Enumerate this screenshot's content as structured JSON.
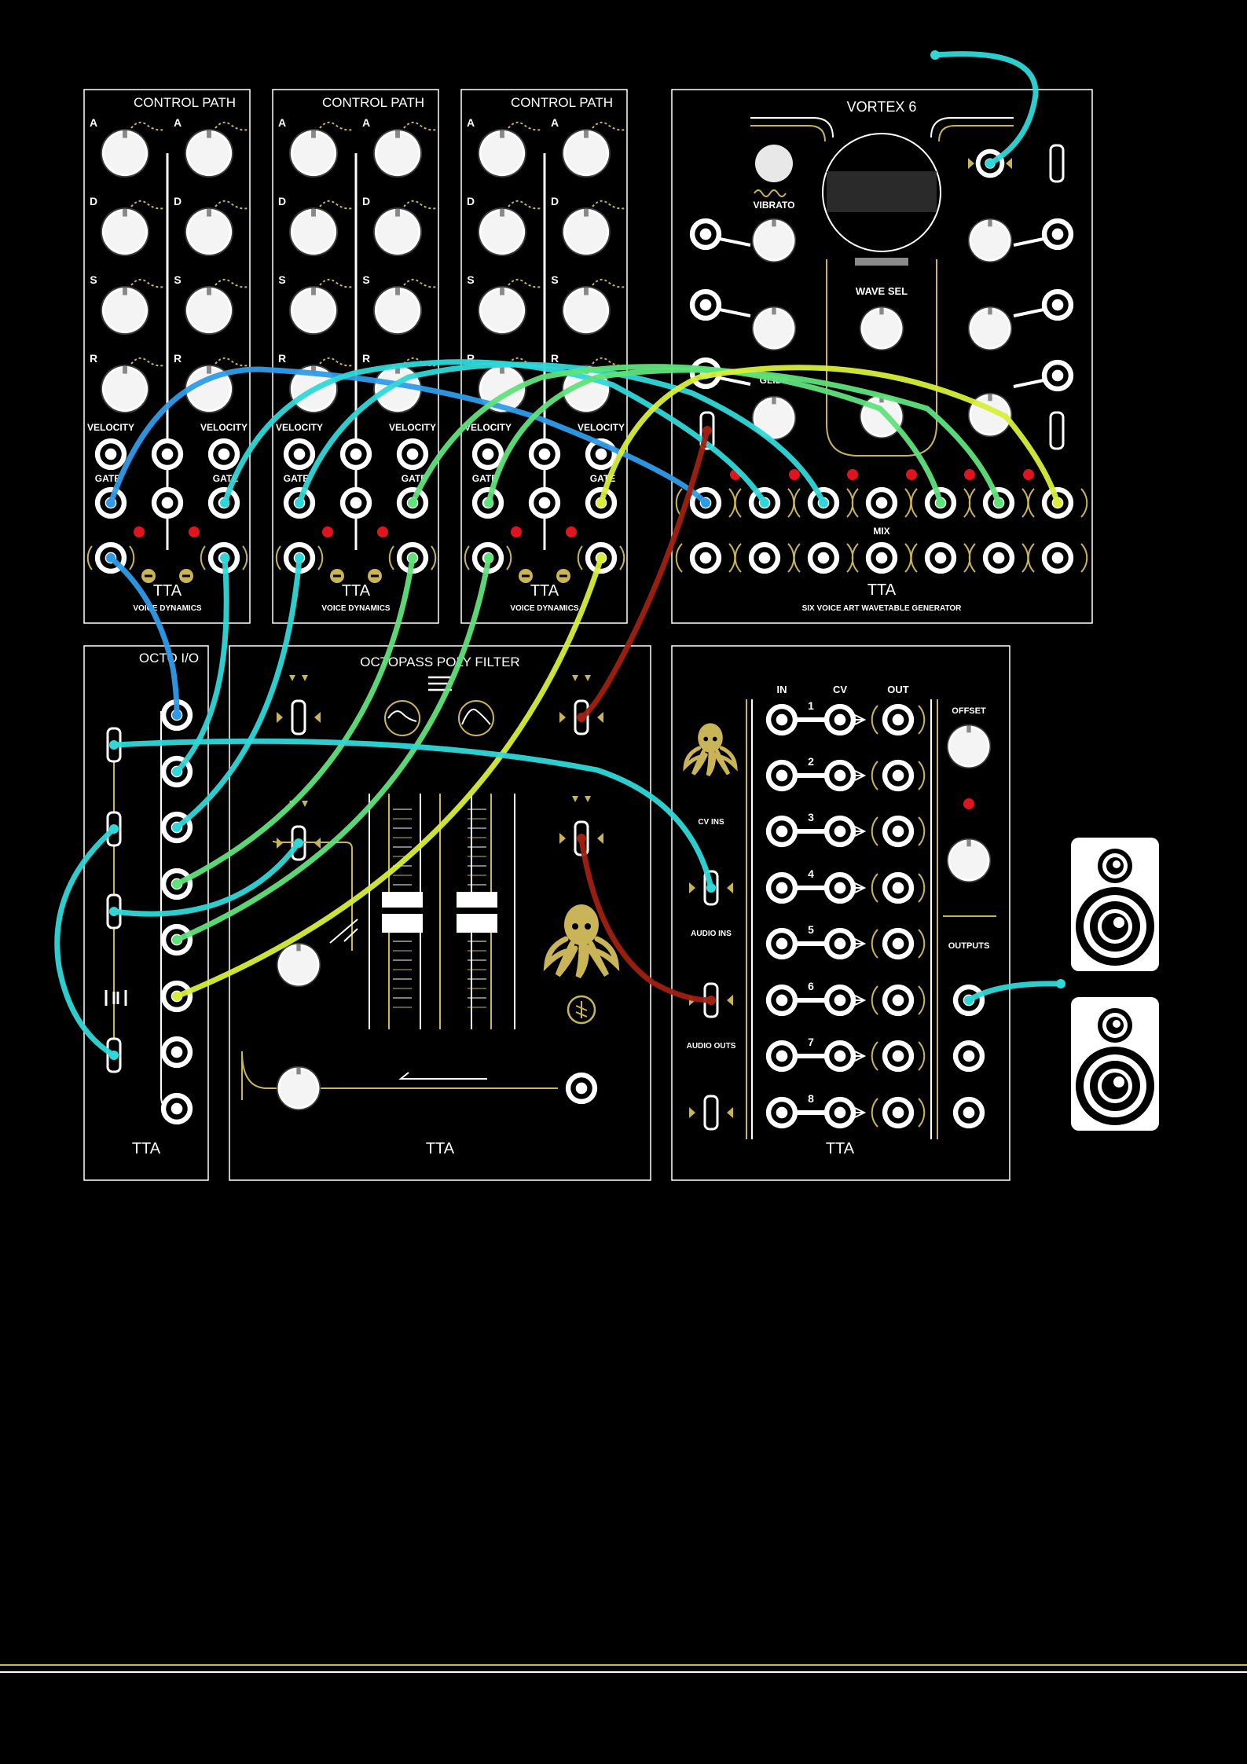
{
  "modules": {
    "control_path": {
      "title": "CONTROL PATH",
      "adsr": [
        "A",
        "D",
        "S",
        "R"
      ],
      "velocity": "VELOCITY",
      "gate": "GATE",
      "footer": "VOICE DYNAMICS",
      "brand": "TTA"
    },
    "vortex": {
      "title": "VORTEX 6",
      "vibrato": "VIBRATO",
      "wave_sel": "WAVE SEL",
      "glide": "GLIDE",
      "mix": "MIX",
      "brand": "TTA",
      "footer": "SIX VOICE ART WAVETABLE GENERATOR"
    },
    "octo_io": {
      "title": "OCTO I/O",
      "brand": "TTA"
    },
    "octopass": {
      "title": "OCTOPASS POLY FILTER",
      "brand": "TTA"
    },
    "router": {
      "col_in": "IN",
      "col_cv": "CV",
      "col_out": "OUT",
      "rows": [
        "1",
        "2",
        "3",
        "4",
        "5",
        "6",
        "7",
        "8"
      ],
      "offset": "OFFSET",
      "cv_ins": "CV INS",
      "audio_ins": "AUDIO INS",
      "audio_outs": "AUDIO OUTS",
      "outputs": "OUTPUTS",
      "brand": "TTA"
    }
  },
  "colors": {
    "background": "#000000",
    "panel_border": "#ffffff",
    "accent_gold": "#c9b458",
    "led_red": "#e0141e",
    "cable_blue": "#2f9be8",
    "cable_cyan": "#2fd8d8",
    "cable_green": "#5fe27a",
    "cable_yellow": "#d8ee3a",
    "cable_red": "#a02010"
  },
  "icons": [
    "octopus-icon",
    "speaker-icon",
    "filter-lowpass-icon",
    "filter-bandpass-icon",
    "logo-icon"
  ]
}
